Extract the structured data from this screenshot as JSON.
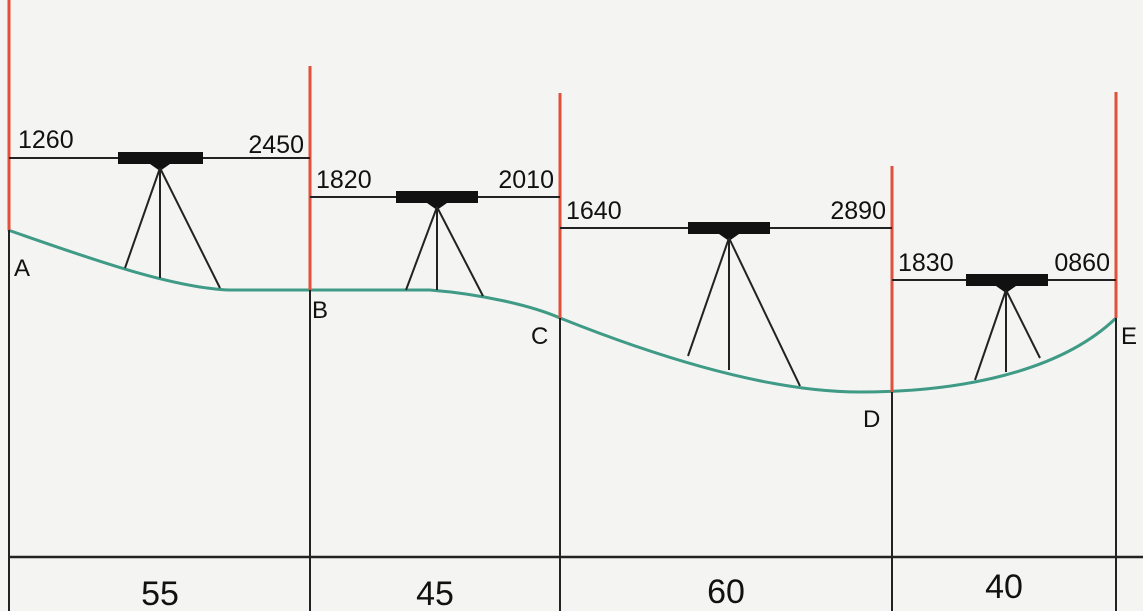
{
  "points": [
    "A",
    "B",
    "C",
    "D",
    "E"
  ],
  "readings": [
    {
      "back": "1260",
      "fore": "2450"
    },
    {
      "back": "1820",
      "fore": "2010"
    },
    {
      "back": "1640",
      "fore": "2890"
    },
    {
      "back": "1830",
      "fore": "0860"
    }
  ],
  "distances": [
    "55",
    "45",
    "60",
    "40"
  ],
  "colors": {
    "staff": "#e0503a",
    "ground": "#3f9a86",
    "line": "#222222",
    "instrument": "#111111",
    "background": "#f4f4f2"
  }
}
